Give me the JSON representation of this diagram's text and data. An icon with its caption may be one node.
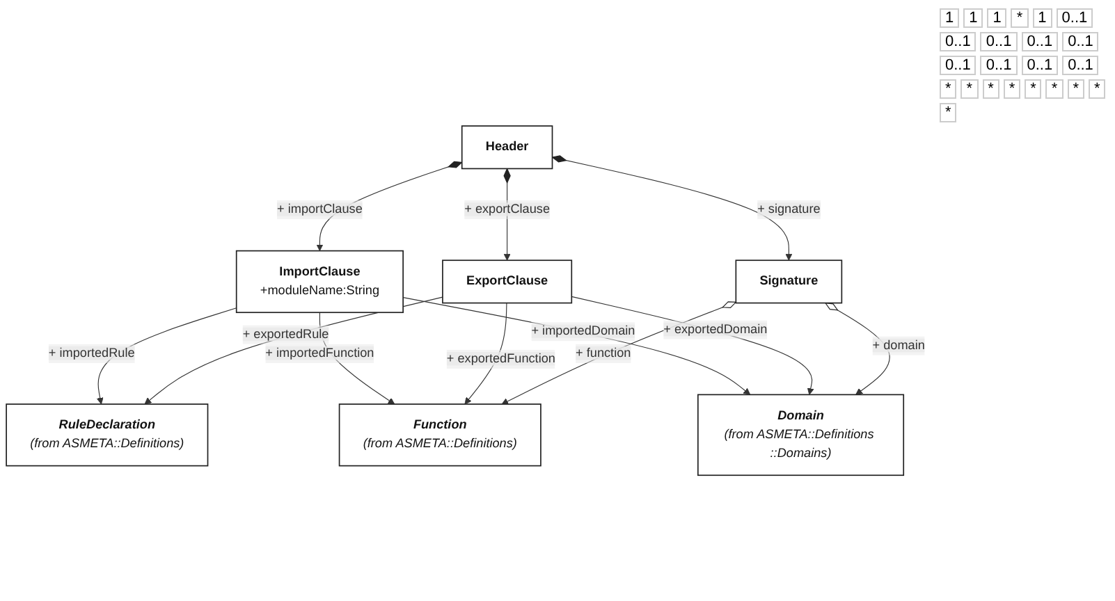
{
  "diagram": {
    "nodes": [
      {
        "text": [
          "Header"
        ]
      },
      {
        "text": [
          "ImportClause",
          "+moduleName:String"
        ]
      },
      {
        "text": [
          "ExportClause"
        ]
      },
      {
        "text": [
          "Signature"
        ]
      },
      {
        "text": [
          "RuleDeclaration",
          "(from ASMETA::Definitions)"
        ]
      },
      {
        "text": [
          "Function",
          "(from ASMETA::Definitions)"
        ]
      },
      {
        "text": [
          "Domain",
          "(from ASMETA::Definitions ::Domains)"
        ]
      }
    ],
    "edges": [
      {
        "from": 0,
        "to": 1,
        "arrow": "to",
        "label": "+ importClause"
      },
      {
        "from": 0,
        "to": 2,
        "arrow": "to",
        "label": "+ exportClause"
      },
      {
        "from": 0,
        "to": 3,
        "arrow": "to",
        "label": "+ signature"
      },
      {
        "from": 1,
        "to": 4,
        "arrow": "to",
        "label": "+ importedRule"
      },
      {
        "from": 2,
        "to": 4,
        "arrow": "to",
        "label": "+ exportedRule"
      },
      {
        "from": 1,
        "to": 5,
        "arrow": "to",
        "label": "+ importedFunction"
      },
      {
        "from": 2,
        "to": 5,
        "arrow": "to",
        "label": "+ exportedFunction"
      },
      {
        "from": 3,
        "to": 5,
        "arrow": "to",
        "label": "+ function"
      },
      {
        "from": 1,
        "to": 6,
        "arrow": "to",
        "label": "+ importedDomain"
      },
      {
        "from": 2,
        "to": 6,
        "arrow": "to",
        "label": "+ exportedDomain"
      },
      {
        "from": 3,
        "to": 6,
        "arrow": "to",
        "label": "+ domain"
      }
    ],
    "labels": [
      "1",
      "1",
      "1",
      "*",
      "1",
      "0..1",
      "0..1",
      "0..1",
      "0..1",
      "0..1",
      "0..1",
      "0..1",
      "0..1",
      "0..1",
      "*",
      "*",
      "*",
      "*",
      "*",
      "*",
      "*",
      "*",
      "*"
    ]
  }
}
